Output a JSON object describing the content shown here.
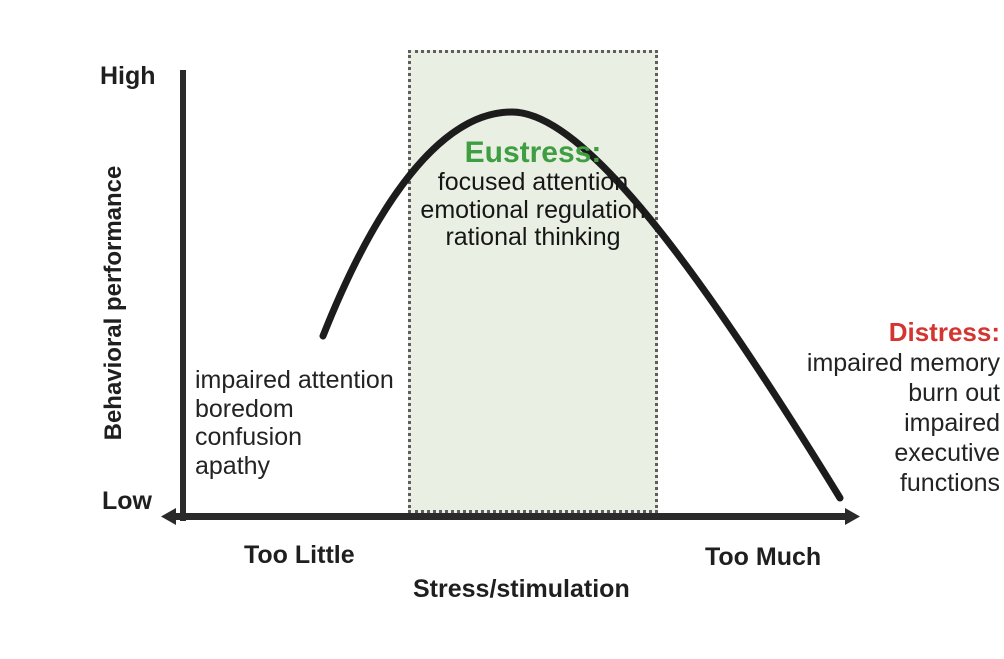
{
  "axes": {
    "y_top_label": "High",
    "y_bottom_label": "Low",
    "y_axis_title": "Behavioral performance",
    "x_left_label": "Too Little",
    "x_right_label": "Too Much",
    "x_axis_title": "Stress/stimulation",
    "axis_color": "#2a2a2a"
  },
  "eustress_zone": {
    "heading": "Eustress:",
    "heading_color": "#3f9e42",
    "fill_color": "#e9efe2",
    "border_color": "#5e5e5e",
    "lines": [
      "focused attention",
      "emotional regulation",
      "rational thinking"
    ]
  },
  "understimulation": {
    "lines": [
      "impaired attention",
      "boredom",
      "confusion",
      "apathy"
    ]
  },
  "distress": {
    "heading": "Distress:",
    "heading_color": "#d53531",
    "lines": [
      "impaired memory",
      "burn out",
      "impaired",
      "executive",
      "functions"
    ]
  },
  "curve": {
    "color": "#1c1c1c"
  },
  "chart_data": {
    "type": "line",
    "title": "",
    "xlabel": "Stress/stimulation",
    "ylabel": "Behavioral performance",
    "x_tick_labels": [
      "Too Little",
      "Too Much"
    ],
    "y_tick_labels": [
      "Low",
      "High"
    ],
    "series": [
      {
        "name": "behavioral performance vs stress",
        "points_norm_xy": [
          [
            0.22,
            0.41
          ],
          [
            0.33,
            0.7
          ],
          [
            0.5,
            0.92
          ],
          [
            0.66,
            0.76
          ],
          [
            0.82,
            0.4
          ],
          [
            0.97,
            0.04
          ]
        ]
      }
    ],
    "annotations": [
      "Eustress: focused attention, emotional regulation, rational thinking",
      "Too little: impaired attention, boredom, confusion, apathy",
      "Distress: impaired memory, burn out, impaired executive functions"
    ],
    "legend": "none",
    "grid": false
  }
}
